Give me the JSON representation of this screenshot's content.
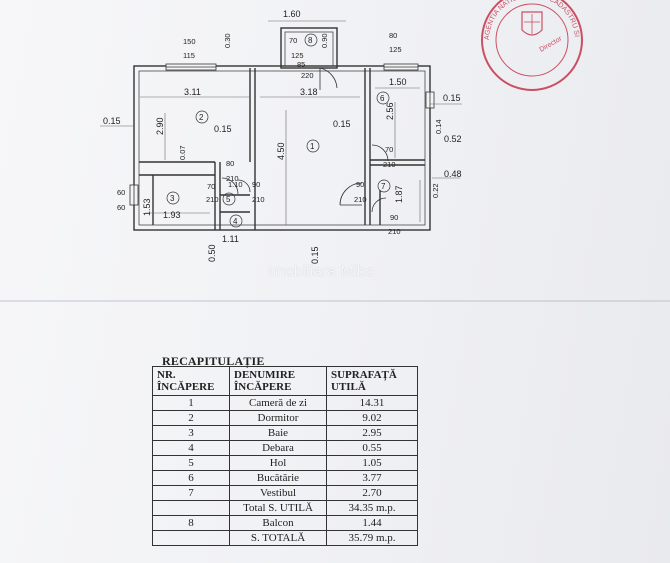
{
  "watermark": "Imobiliara Mibo",
  "stamp": {
    "ring_text": "AGENTIA NATIONALA DE CADASTRU SI PUBLICITATE IMOBILIARA",
    "inner_text": "Director",
    "color": "#c4344a"
  },
  "plan": {
    "dims": {
      "top_width": "1.60",
      "balcony_w1": "70",
      "balcony_num": "8",
      "balcony_w2": "125",
      "balcony_h": "0.90",
      "balcony_85": "85",
      "balcony_220": "220",
      "left_window_150": "150",
      "left_window_115": "115",
      "left_030": "0.30",
      "right_80": "80",
      "right_125": "125",
      "room2_w": "3.11",
      "room1_w": "3.18",
      "room6_w": "1.50",
      "wall_015_left": "0.15",
      "wall_015_right": "0.15",
      "room2_h": "2.90",
      "wall_015_mid1": "0.15",
      "wall_015_mid2": "0.15",
      "room1_h": "4.50",
      "room6_h": "2.56",
      "wall_014": "0.14",
      "wall_052": "0.52",
      "wall_007": "0.07",
      "door_80": "80",
      "door_210_a": "210",
      "door_70_a": "70",
      "door_210_b": "210",
      "door_048": "0.48",
      "w60a": "60",
      "w60b": "60",
      "room3_h": "1.53",
      "room3_w": "1.93",
      "door_70_b": "70",
      "door_110": "1.10",
      "door_90_a": "90",
      "door_210_c": "210",
      "door_210_d": "210",
      "door_90_b": "90",
      "door_210_e": "210",
      "room7_h": "1.87",
      "wall_022": "0.22",
      "door_90_c": "90",
      "door_210_f": "210",
      "bottom_111": "1.11",
      "bottom_050": "0.50",
      "bottom_015": "0.15",
      "rooms": [
        "1",
        "2",
        "3",
        "4",
        "5",
        "6",
        "7"
      ]
    }
  },
  "recap": {
    "title": "RECAPITULAȚIE",
    "headers": [
      [
        "NR.",
        "ÎNCĂPERE"
      ],
      [
        "DENUMIRE",
        "ÎNCĂPERE"
      ],
      [
        "SUPRAFAȚĂ",
        "UTILĂ"
      ]
    ],
    "rows": [
      {
        "nr": "1",
        "name": "Cameră de zi",
        "area": "14.31"
      },
      {
        "nr": "2",
        "name": "Dormitor",
        "area": "9.02"
      },
      {
        "nr": "3",
        "name": "Baie",
        "area": "2.95"
      },
      {
        "nr": "4",
        "name": "Debara",
        "area": "0.55"
      },
      {
        "nr": "5",
        "name": "Hol",
        "area": "1.05"
      },
      {
        "nr": "6",
        "name": "Bucătărie",
        "area": "3.77"
      },
      {
        "nr": "7",
        "name": "Vestibul",
        "area": "2.70"
      }
    ],
    "total_util": {
      "label": "Total S. UTILĂ",
      "value": "34.35 m.p."
    },
    "balcony": {
      "nr": "8",
      "name": "Balcon",
      "area": "1.44"
    },
    "total": {
      "label": "S. TOTALĂ",
      "value": "35.79 m.p."
    }
  }
}
